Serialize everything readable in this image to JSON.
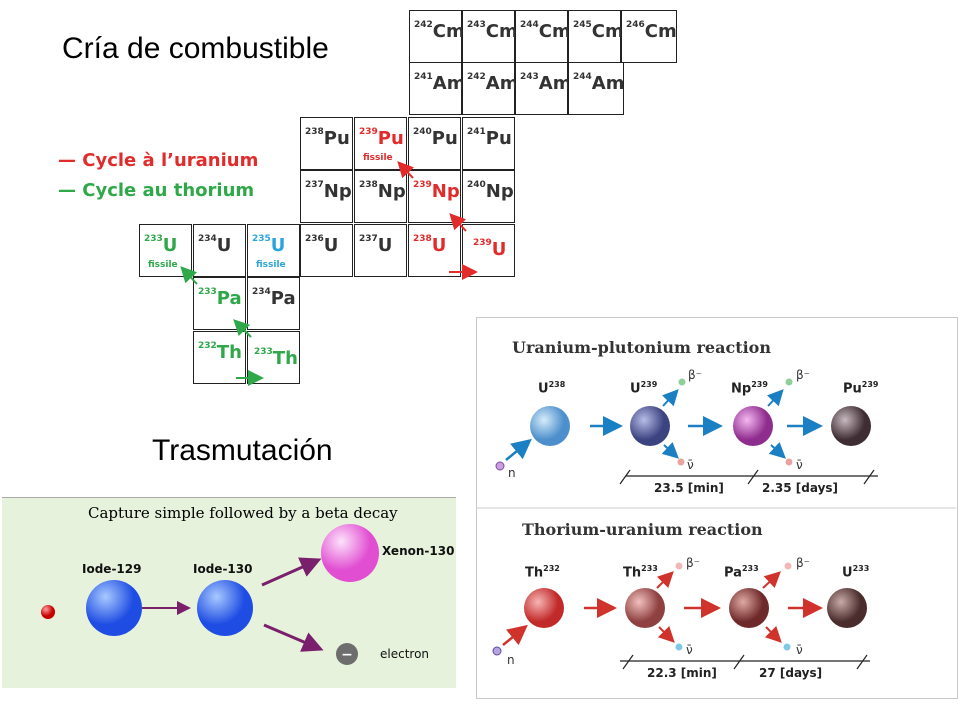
{
  "headings": {
    "cria": "Cría de combustible",
    "trasmutacion": "Trasmutación"
  },
  "legend": {
    "uranium_cycle": "— Cycle à l’uranium",
    "thorium_cycle": "— Cycle au thorium",
    "uranium_color": "#e22b2b",
    "thorium_color": "#2fa84a"
  },
  "nuclide_chart": {
    "fissile_label": "fissile",
    "cells": [
      {
        "id": "cm242",
        "mass": "242",
        "sym": "Cm"
      },
      {
        "id": "cm243",
        "mass": "243",
        "sym": "Cm"
      },
      {
        "id": "cm244",
        "mass": "244",
        "sym": "Cm"
      },
      {
        "id": "cm245",
        "mass": "245",
        "sym": "Cm"
      },
      {
        "id": "cm246",
        "mass": "246",
        "sym": "Cm"
      },
      {
        "id": "am241",
        "mass": "241",
        "sym": "Am"
      },
      {
        "id": "am242",
        "mass": "242",
        "sym": "Am"
      },
      {
        "id": "am243",
        "mass": "243",
        "sym": "Am"
      },
      {
        "id": "am244",
        "mass": "244",
        "sym": "Am"
      },
      {
        "id": "pu238",
        "mass": "238",
        "sym": "Pu"
      },
      {
        "id": "pu239",
        "mass": "239",
        "sym": "Pu"
      },
      {
        "id": "pu240",
        "mass": "240",
        "sym": "Pu"
      },
      {
        "id": "pu241",
        "mass": "241",
        "sym": "Pu"
      },
      {
        "id": "np237",
        "mass": "237",
        "sym": "Np"
      },
      {
        "id": "np238",
        "mass": "238",
        "sym": "Np"
      },
      {
        "id": "np239",
        "mass": "239",
        "sym": "Np"
      },
      {
        "id": "np240",
        "mass": "240",
        "sym": "Np"
      },
      {
        "id": "u233",
        "mass": "233",
        "sym": "U"
      },
      {
        "id": "u234",
        "mass": "234",
        "sym": "U"
      },
      {
        "id": "u235",
        "mass": "235",
        "sym": "U"
      },
      {
        "id": "u236",
        "mass": "236",
        "sym": "U"
      },
      {
        "id": "u237",
        "mass": "237",
        "sym": "U"
      },
      {
        "id": "u238",
        "mass": "238",
        "sym": "U"
      },
      {
        "id": "u239",
        "mass": "239",
        "sym": "U"
      },
      {
        "id": "pa233",
        "mass": "233",
        "sym": "Pa"
      },
      {
        "id": "pa234",
        "mass": "234",
        "sym": "Pa"
      },
      {
        "id": "th232",
        "mass": "232",
        "sym": "Th"
      },
      {
        "id": "th233",
        "mass": "233",
        "sym": "Th"
      }
    ]
  },
  "capture": {
    "title": "Capture simple  followed by a beta decay",
    "iode129": "Iode-129",
    "iode130": "Iode-130",
    "xenon": "Xenon-130",
    "electron": "electron",
    "minus": "−"
  },
  "reactions": {
    "neutron": "n",
    "beta": "β⁻",
    "antineutrino": "ν̄",
    "up": {
      "title": "Uranium-plutonium reaction",
      "n1": {
        "sym": "U",
        "mass": "238"
      },
      "n2": {
        "sym": "U",
        "mass": "239"
      },
      "n3": {
        "sym": "Np",
        "mass": "239"
      },
      "n4": {
        "sym": "Pu",
        "mass": "239"
      },
      "t1": "23.5 [min]",
      "t2": "2.35 [days]"
    },
    "tu": {
      "title": "Thorium-uranium reaction",
      "n1": {
        "sym": "Th",
        "mass": "232"
      },
      "n2": {
        "sym": "Th",
        "mass": "233"
      },
      "n3": {
        "sym": "Pa",
        "mass": "233"
      },
      "n4": {
        "sym": "U",
        "mass": "233"
      },
      "t1": "22.3 [min]",
      "t2": "27 [days]"
    }
  }
}
